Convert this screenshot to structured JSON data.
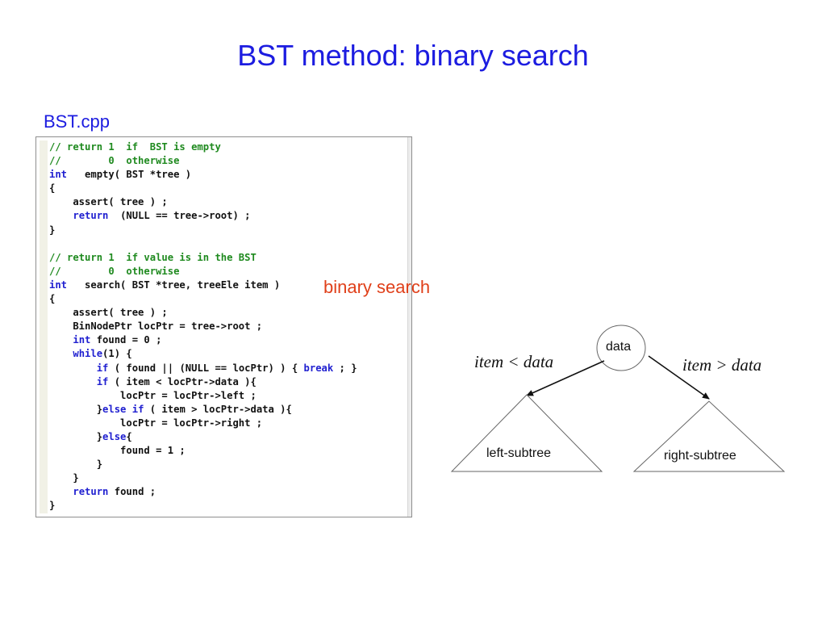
{
  "slide": {
    "title": "BST method: binary search",
    "filename": "BST.cpp",
    "annotation": "binary search"
  },
  "code": {
    "lines": [
      [
        {
          "t": "// return 1  if  BST is empty",
          "c": "comment"
        }
      ],
      [
        {
          "t": "//        0  otherwise",
          "c": "comment"
        }
      ],
      [
        {
          "t": "int",
          "c": "kw"
        },
        {
          "t": "   empty( BST *tree )",
          "c": "plain"
        }
      ],
      [
        {
          "t": "{",
          "c": "plain"
        }
      ],
      [
        {
          "t": "    assert( tree ) ;",
          "c": "plain"
        }
      ],
      [
        {
          "t": "    ",
          "c": "plain"
        },
        {
          "t": "return",
          "c": "kw"
        },
        {
          "t": "  (NULL == tree->root) ;",
          "c": "plain"
        }
      ],
      [
        {
          "t": "}",
          "c": "plain"
        }
      ],
      [
        {
          "t": "",
          "c": "plain"
        }
      ],
      [
        {
          "t": "// return 1  if value is in the BST",
          "c": "comment"
        }
      ],
      [
        {
          "t": "//        0  otherwise",
          "c": "comment"
        }
      ],
      [
        {
          "t": "int",
          "c": "kw"
        },
        {
          "t": "   search( BST *tree, treeEle item )",
          "c": "plain"
        }
      ],
      [
        {
          "t": "{",
          "c": "plain"
        }
      ],
      [
        {
          "t": "    assert( tree ) ;",
          "c": "plain"
        }
      ],
      [
        {
          "t": "    BinNodePtr locPtr = tree->root ;",
          "c": "plain"
        }
      ],
      [
        {
          "t": "    ",
          "c": "plain"
        },
        {
          "t": "int",
          "c": "kw"
        },
        {
          "t": " found = 0 ;",
          "c": "plain"
        }
      ],
      [
        {
          "t": "    ",
          "c": "plain"
        },
        {
          "t": "while",
          "c": "kw"
        },
        {
          "t": "(1) {",
          "c": "plain"
        }
      ],
      [
        {
          "t": "        ",
          "c": "plain"
        },
        {
          "t": "if",
          "c": "kw"
        },
        {
          "t": " ( found || (NULL == locPtr) ) { ",
          "c": "plain"
        },
        {
          "t": "break",
          "c": "kw"
        },
        {
          "t": " ; }",
          "c": "plain"
        }
      ],
      [
        {
          "t": "        ",
          "c": "plain"
        },
        {
          "t": "if",
          "c": "kw"
        },
        {
          "t": " ( item < locPtr->data ){",
          "c": "plain"
        }
      ],
      [
        {
          "t": "            locPtr = locPtr->left ;",
          "c": "plain"
        }
      ],
      [
        {
          "t": "        }",
          "c": "plain"
        },
        {
          "t": "else if",
          "c": "kw"
        },
        {
          "t": " ( item > locPtr->data ){",
          "c": "plain"
        }
      ],
      [
        {
          "t": "            locPtr = locPtr->right ;",
          "c": "plain"
        }
      ],
      [
        {
          "t": "        }",
          "c": "plain"
        },
        {
          "t": "else",
          "c": "kw"
        },
        {
          "t": "{",
          "c": "plain"
        }
      ],
      [
        {
          "t": "            found = 1 ;",
          "c": "plain"
        }
      ],
      [
        {
          "t": "        }",
          "c": "plain"
        }
      ],
      [
        {
          "t": "    }",
          "c": "plain"
        }
      ],
      [
        {
          "t": "    ",
          "c": "plain"
        },
        {
          "t": "return",
          "c": "kw"
        },
        {
          "t": " found ;",
          "c": "plain"
        }
      ],
      [
        {
          "t": "}",
          "c": "plain"
        }
      ]
    ]
  },
  "diagram": {
    "root_label": "data",
    "left_edge_label": "item < data",
    "right_edge_label": "item > data",
    "left_subtree_label": "left-subtree",
    "right_subtree_label": "right-subtree"
  },
  "colors": {
    "title": "#1c1ce0",
    "annotation": "#e0401a",
    "comment": "#1f8a1f",
    "keyword": "#2020d0"
  }
}
